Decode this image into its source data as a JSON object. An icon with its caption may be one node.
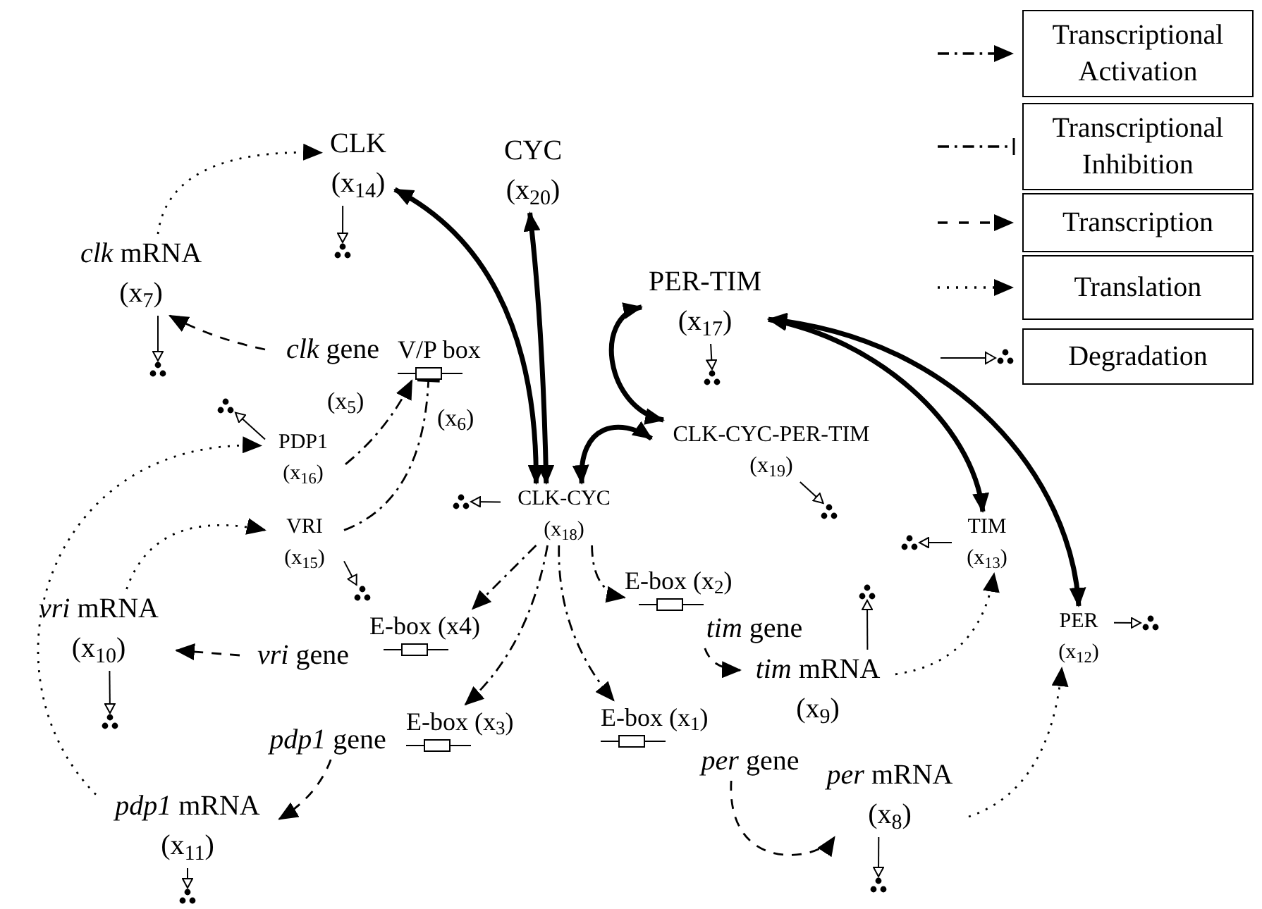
{
  "diagram": {
    "nodes": [
      {
        "text": [
          "CLK",
          "(x$_{14}$)"
        ]
      },
      {
        "text": [
          "CYC",
          "(x$_{20}$)"
        ]
      },
      {
        "text": [
          "*clk* mRNA",
          "(x$_{7}$)"
        ]
      },
      {
        "text": [
          "*clk* gene"
        ]
      },
      {
        "text": [
          "V/P box"
        ]
      },
      {
        "text": [
          "PER-TIM",
          "(x$_{17}$)"
        ]
      },
      {
        "text": [
          "PDP1",
          "(x$_{16}$)"
        ]
      },
      {
        "text": [
          "CLK-CYC-PER-TIM",
          "(x$_{19}$)"
        ]
      },
      {
        "text": [
          "CLK-CYC",
          "(x$_{18}$)"
        ]
      },
      {
        "text": [
          "VRI",
          "(x$_{15}$)"
        ]
      },
      {
        "text": [
          "TIM",
          "(x$_{13}$)"
        ]
      },
      {
        "text": [
          "E-box (x$_{2}$)"
        ]
      },
      {
        "text": [
          "*tim* gene"
        ]
      },
      {
        "text": [
          "*vri* mRNA",
          "(x$_{10}$)"
        ]
      },
      {
        "text": [
          "*vri* gene"
        ]
      },
      {
        "text": [
          "E-box (x4)"
        ]
      },
      {
        "text": [
          "PER",
          "(x$_{12}$)"
        ]
      },
      {
        "text": [
          "*tim* mRNA",
          "(x$_{9}$)"
        ]
      },
      {
        "text": [
          "*pdp1* gene"
        ]
      },
      {
        "text": [
          "E-box (x$_{3}$)"
        ]
      },
      {
        "text": [
          "E-box (x$_{1}$)"
        ]
      },
      {
        "text": [
          "*per* gene"
        ]
      },
      {
        "text": [
          "*per* mRNA",
          "(x$_{8}$)"
        ]
      },
      {
        "text": [
          "*pdp1* mRNA",
          "(x$_{11}$)"
        ]
      },
      {
        "text": [],
        "shape": "dots"
      },
      {
        "text": [],
        "shape": "dots"
      },
      {
        "text": [],
        "shape": "dots"
      },
      {
        "text": [],
        "shape": "dots"
      },
      {
        "text": [],
        "shape": "dots"
      },
      {
        "text": [],
        "shape": "dots"
      },
      {
        "text": [],
        "shape": "dots"
      },
      {
        "text": [],
        "shape": "dots"
      },
      {
        "text": [],
        "shape": "dots"
      },
      {
        "text": [],
        "shape": "dots"
      },
      {
        "text": [],
        "shape": "dots"
      },
      {
        "text": [],
        "shape": "dots"
      },
      {
        "text": [],
        "shape": "dots"
      }
    ],
    "edges": [
      {
        "from": 0,
        "to": 24,
        "arrow": "to"
      },
      {
        "from": 2,
        "to": 25,
        "arrow": "to"
      },
      {
        "from": 6,
        "to": 26,
        "arrow": "to"
      },
      {
        "from": 5,
        "to": 27,
        "arrow": "to"
      },
      {
        "from": 8,
        "to": 28,
        "arrow": "to"
      },
      {
        "from": 9,
        "to": 29,
        "arrow": "to"
      },
      {
        "from": 7,
        "to": 30,
        "arrow": "to"
      },
      {
        "from": 10,
        "to": 31,
        "arrow": "to"
      },
      {
        "from": 17,
        "to": 32,
        "arrow": "to"
      },
      {
        "from": 13,
        "to": 33,
        "arrow": "to"
      },
      {
        "from": 16,
        "to": 34,
        "arrow": "to"
      },
      {
        "from": 22,
        "to": 35,
        "arrow": "to"
      },
      {
        "from": 23,
        "to": 36,
        "arrow": "to"
      },
      {
        "from": 0,
        "to": 8,
        "arrow": "both",
        "style": "thick"
      },
      {
        "from": 1,
        "to": 8,
        "arrow": "both",
        "style": "thick"
      },
      {
        "from": 5,
        "to": 7,
        "arrow": "both",
        "style": "thick"
      },
      {
        "from": 8,
        "to": 7,
        "arrow": "both",
        "style": "thick"
      },
      {
        "from": 5,
        "to": 10,
        "arrow": "both",
        "style": "thick"
      },
      {
        "from": 5,
        "to": 16,
        "arrow": "both",
        "style": "thick"
      },
      {
        "from": 2,
        "to": 0,
        "arrow": "to",
        "style": "dashed"
      },
      {
        "from": 23,
        "to": 6,
        "arrow": "to",
        "style": "dashed"
      },
      {
        "from": 13,
        "to": 9,
        "arrow": "to",
        "style": "dashed"
      },
      {
        "from": 17,
        "to": 10,
        "arrow": "to",
        "style": "dashed"
      },
      {
        "from": 22,
        "to": 16,
        "arrow": "to",
        "style": "dashed"
      },
      {
        "from": 3,
        "to": 2,
        "arrow": "to",
        "style": "dashed"
      },
      {
        "from": 14,
        "to": 13,
        "arrow": "to",
        "style": "dashed"
      },
      {
        "from": 18,
        "to": 23,
        "arrow": "to",
        "style": "dashed"
      },
      {
        "from": 12,
        "to": 17,
        "arrow": "to",
        "style": "dashed"
      },
      {
        "from": 21,
        "to": 22,
        "arrow": "to",
        "style": "dashed"
      },
      {
        "from": 8,
        "to": 11,
        "arrow": "to",
        "style": "dashed"
      },
      {
        "from": 8,
        "to": 15,
        "arrow": "to",
        "style": "dashed"
      },
      {
        "from": 8,
        "to": 19,
        "arrow": "to",
        "style": "dashed"
      },
      {
        "from": 8,
        "to": 20,
        "arrow": "to",
        "style": "dashed"
      },
      {
        "from": 6,
        "to": 4,
        "arrow": "to",
        "style": "dashed",
        "label": "(x$_{5}$)"
      },
      {
        "from": 9,
        "to": 4,
        "arrow": "other",
        "style": "dashed",
        "label": "(x$_{6}$)"
      }
    ],
    "legend": [
      {
        "text": "Transcriptional Activation"
      },
      {
        "text": "Transcriptional Inhibition"
      },
      {
        "text": "Transcription"
      },
      {
        "text": "Translation"
      },
      {
        "text": "Degradation"
      }
    ]
  }
}
